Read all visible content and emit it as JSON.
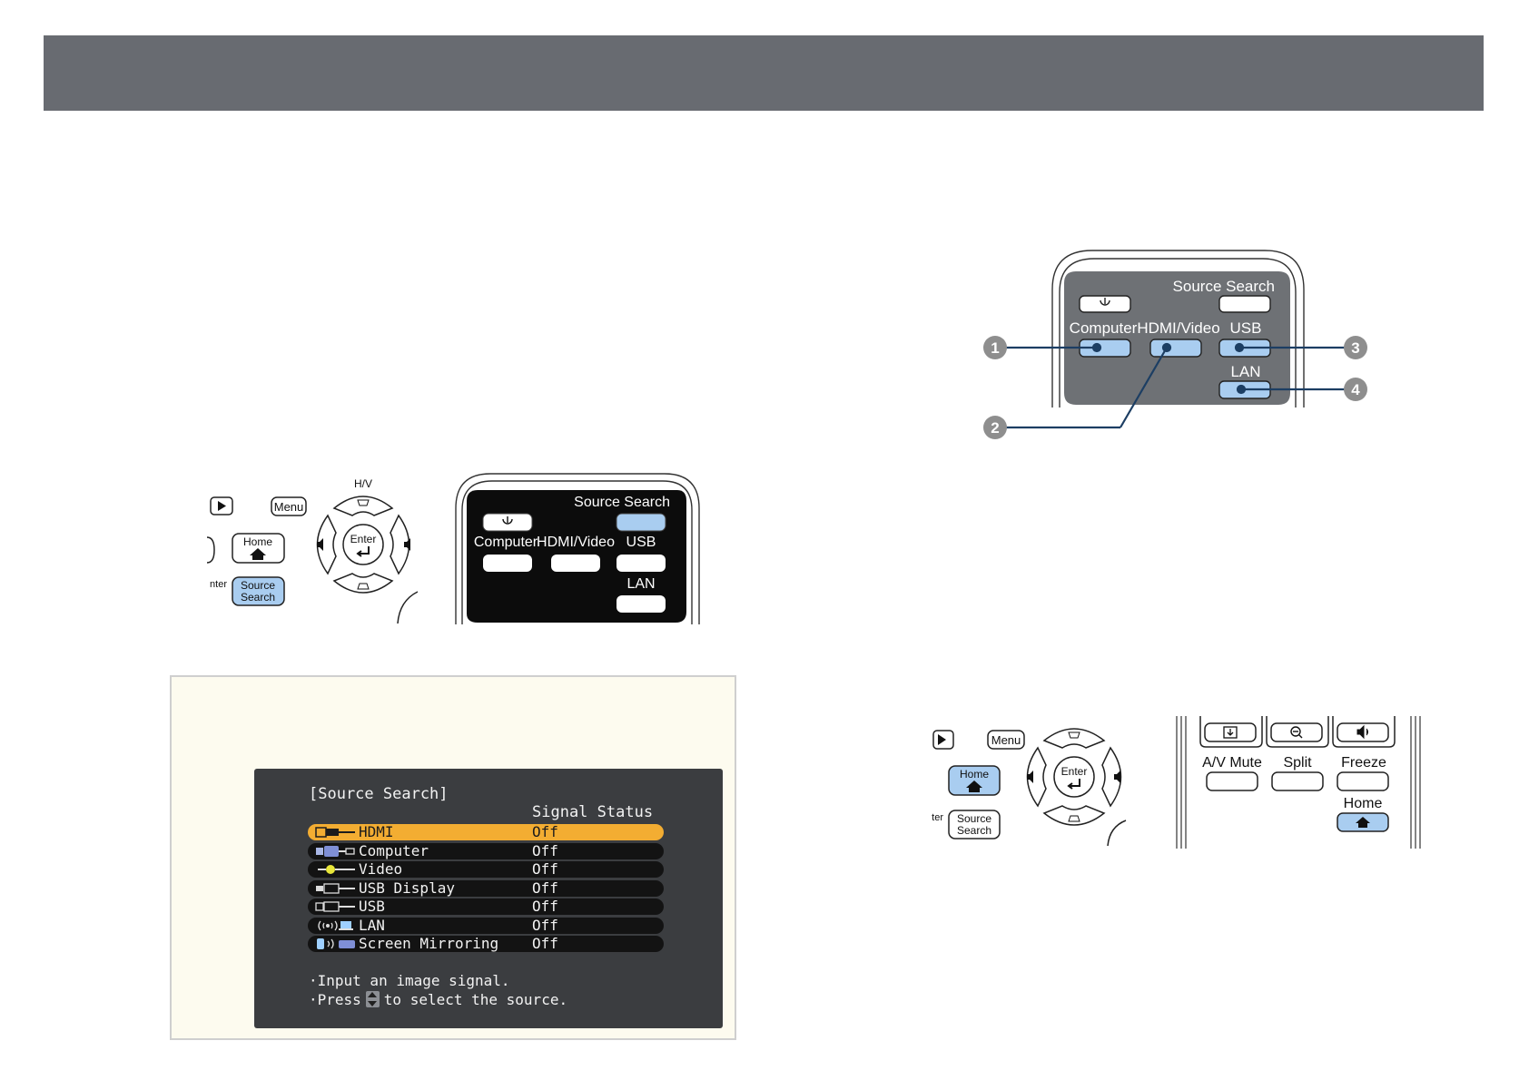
{
  "figure_remote_callout": {
    "source_search": "Source Search",
    "computer": "Computer",
    "hdmi_video": "HDMI/Video",
    "usb": "USB",
    "lan": "LAN",
    "callouts": [
      "1",
      "2",
      "3",
      "4"
    ]
  },
  "figure_control_panel": {
    "hv": "H/V",
    "menu": "Menu",
    "home": "Home",
    "enter": "Enter",
    "source": "Source",
    "search": "Search",
    "enter_partial": "nter"
  },
  "figure_remote_top": {
    "source_search": "Source Search",
    "computer": "Computer",
    "hdmi_video": "HDMI/Video",
    "usb": "USB",
    "lan": "LAN"
  },
  "figure_home_panel": {
    "menu": "Menu",
    "home": "Home",
    "enter": "Enter",
    "source": "Source",
    "search": "Search",
    "enter_partial": "ter",
    "av_mute": "A/V Mute",
    "split": "Split",
    "freeze": "Freeze",
    "home_remote": "Home"
  },
  "source_search_screen": {
    "title": "[Source Search]",
    "column_header": "Signal Status",
    "rows": [
      {
        "label": "HDMI",
        "status": "Off"
      },
      {
        "label": "Computer",
        "status": "Off"
      },
      {
        "label": "Video",
        "status": "Off"
      },
      {
        "label": "USB Display",
        "status": "Off"
      },
      {
        "label": "USB",
        "status": "Off"
      },
      {
        "label": "LAN",
        "status": "Off"
      },
      {
        "label": "Screen Mirroring",
        "status": "Off"
      }
    ],
    "msg1": "·Input an image signal.",
    "msg2_prefix": "·Press",
    "msg2_suffix": "to select the source."
  }
}
